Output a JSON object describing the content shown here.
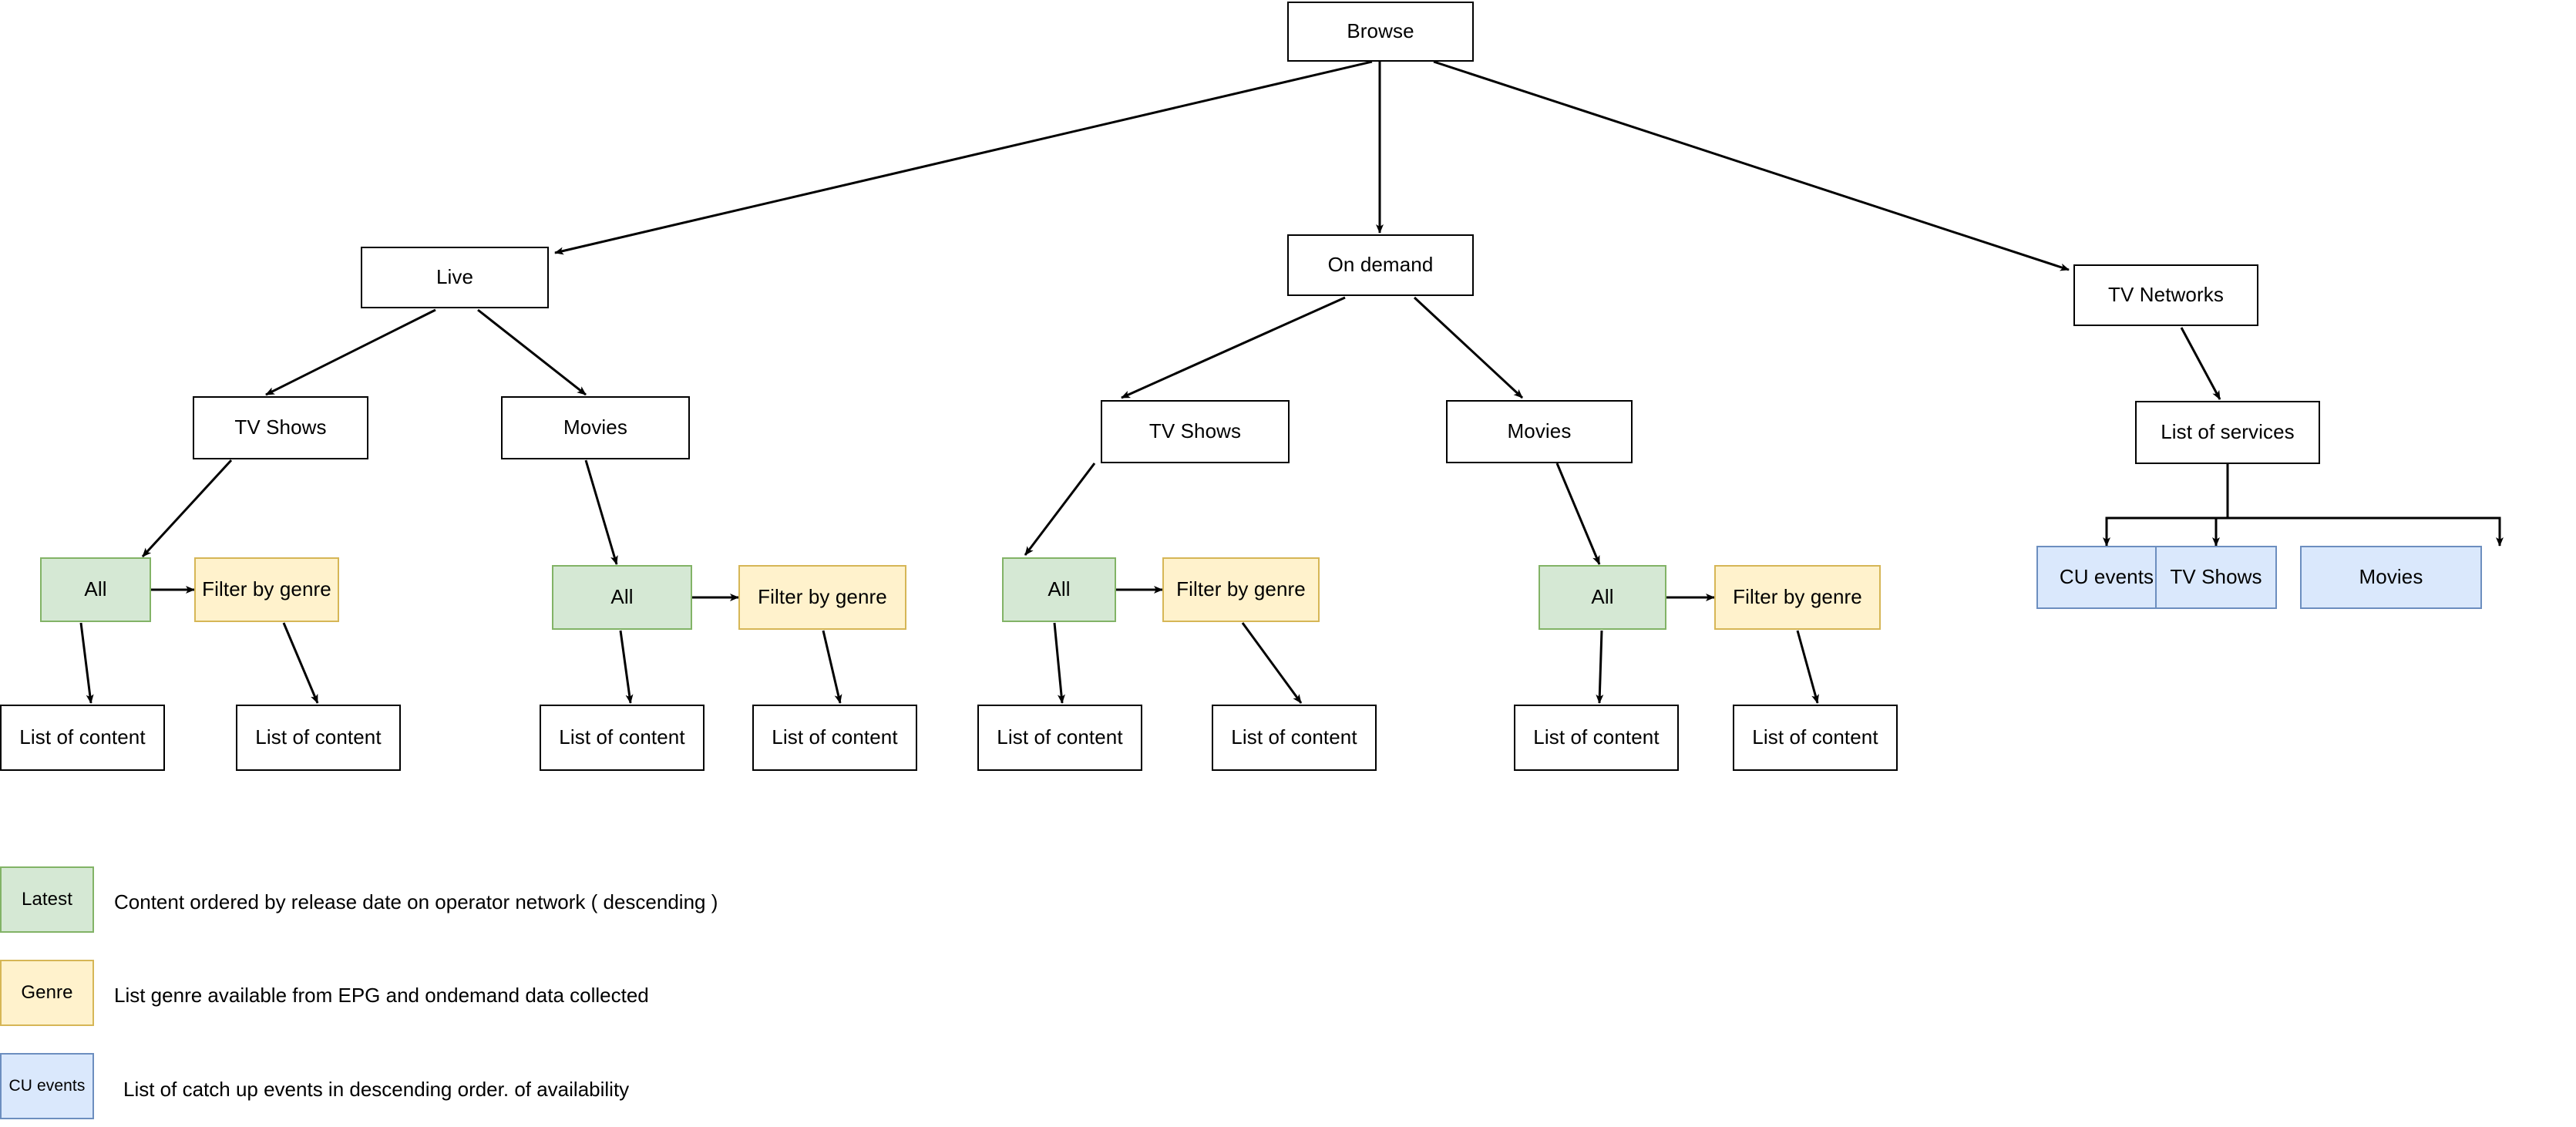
{
  "diagram": {
    "title": "Browse navigation structure",
    "colors": {
      "green_fill": "#d5e8d4",
      "green_border": "#82b366",
      "yellow_fill": "#fff2cc",
      "yellow_border": "#d6b656",
      "blue_fill": "#dae8fc",
      "blue_border": "#6c8ebf",
      "default_fill": "#ffffff",
      "default_border": "#000000",
      "edge": "#000000",
      "text": "#000000",
      "background": "#ffffff"
    },
    "nodes": {
      "root": "Browse",
      "live": "Live",
      "on_demand": "On demand",
      "tv_networks": "TV Networks",
      "live_tv_shows": "TV Shows",
      "live_movies": "Movies",
      "od_tv_shows": "TV Shows",
      "od_movies": "Movies",
      "live_tv_all": "All",
      "live_tv_genre": "Filter by genre",
      "live_mov_all": "All",
      "live_mov_genre": "Filter by genre",
      "od_tv_all": "All",
      "od_tv_genre": "Filter by genre",
      "od_mov_all": "All",
      "od_mov_genre": "Filter by genre",
      "leaf_1": "List of content",
      "leaf_2": "List of content",
      "leaf_3": "List of content",
      "leaf_4": "List of content",
      "leaf_5": "List of content",
      "leaf_6": "List of content",
      "leaf_7": "List of content",
      "leaf_8": "List of content",
      "list_of_services": "List of services",
      "svc_cu_events": "CU events",
      "svc_tv_shows": "TV Shows",
      "svc_movies": "Movies"
    },
    "legend": [
      {
        "swatch_label": "Latest",
        "swatch_style": "green",
        "description": "Content ordered by release date on operator network ( descending )"
      },
      {
        "swatch_label": "Genre",
        "swatch_style": "yellow",
        "description": "List genre available from EPG and ondemand data collected"
      },
      {
        "swatch_label": "CU events",
        "swatch_style": "blue",
        "description": "List of catch up events in descending order. of availability"
      }
    ]
  }
}
